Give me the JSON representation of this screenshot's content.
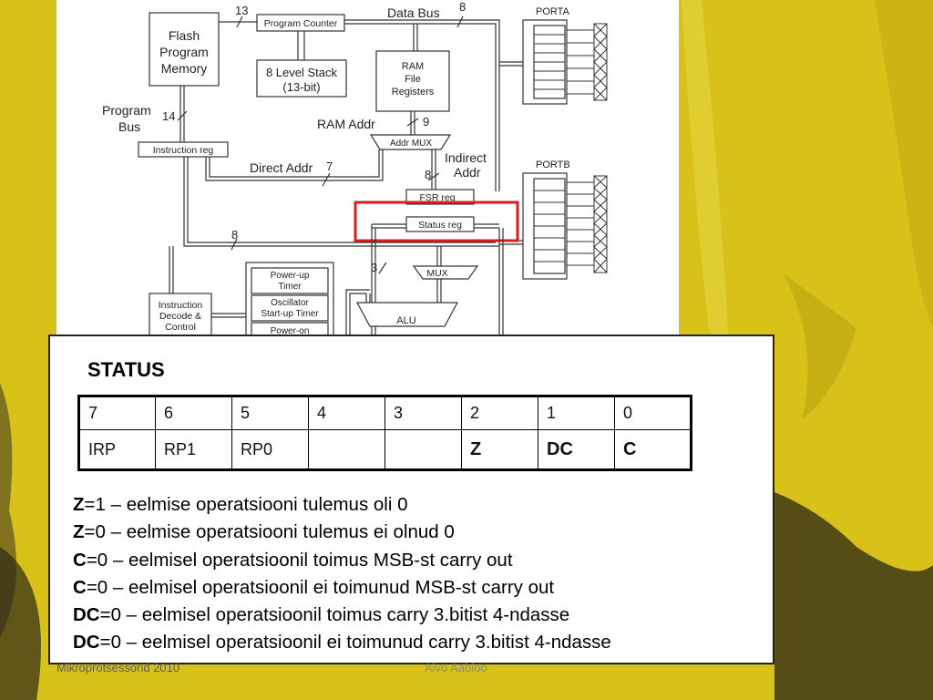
{
  "colors": {
    "background": "#d8c21a",
    "highlight": "#e01b1b",
    "panel": "#ffffff"
  },
  "diagram": {
    "blocks": {
      "flash": [
        "Flash",
        "Program",
        "Memory"
      ],
      "program_counter": "Program Counter",
      "stack": [
        "8 Level Stack",
        "(13-bit)"
      ],
      "ram": [
        "RAM",
        "File",
        "Registers"
      ],
      "porta": "PORTA",
      "portb": "PORTB",
      "addr_mux": "Addr MUX",
      "instruction_reg": "Instruction reg",
      "fsr_reg": "FSR reg",
      "status_reg": "Status reg",
      "mux": "MUX",
      "alu": "ALU",
      "instruction_decode": [
        "Instruction",
        "Decode &",
        "Control"
      ],
      "timers": [
        "Power-up",
        "Timer",
        "Oscillator",
        "Start-up Timer",
        "Power-on"
      ]
    },
    "labels": {
      "data_bus": "Data Bus",
      "program_bus": [
        "Program",
        "Bus"
      ],
      "ram_addr": "RAM Addr",
      "direct_addr": "Direct Addr",
      "indirect_addr": [
        "Indirect",
        "Addr"
      ]
    },
    "widths": {
      "pc_width": "13",
      "data_width": "8",
      "program_width": "14",
      "ram_addr_width": "9",
      "direct_width": "7",
      "indirect_width": "8",
      "bus_width": "8",
      "alu_sel_width": "3"
    }
  },
  "status": {
    "title": "STATUS",
    "bits": [
      "7",
      "6",
      "5",
      "4",
      "3",
      "2",
      "1",
      "0"
    ],
    "names": [
      "IRP",
      "RP1",
      "RP0",
      "",
      "",
      "Z",
      "DC",
      "C"
    ],
    "descriptions": [
      {
        "flag": "Z",
        "text": "=1 – eelmise operatsiooni tulemus oli 0"
      },
      {
        "flag": "Z",
        "text": "=0 – eelmise operatsiooni tulemus ei olnud 0"
      },
      {
        "flag": "C",
        "text": "=0 – eelmisel operatsioonil toimus MSB-st carry out"
      },
      {
        "flag": "C",
        "text": "=0 – eelmisel operatsioonil ei toimunud MSB-st carry out"
      },
      {
        "flag": "DC",
        "text": "=0 – eelmisel operatsioonil toimus carry 3.bitist 4-ndasse"
      },
      {
        "flag": "DC",
        "text": "=0 – eelmisel operatsioonil ei toimunud carry 3.bitist 4-ndasse"
      }
    ]
  },
  "footer": {
    "left": "Mikroprotsessorid 2010",
    "center": "Alvo Aabloo"
  }
}
